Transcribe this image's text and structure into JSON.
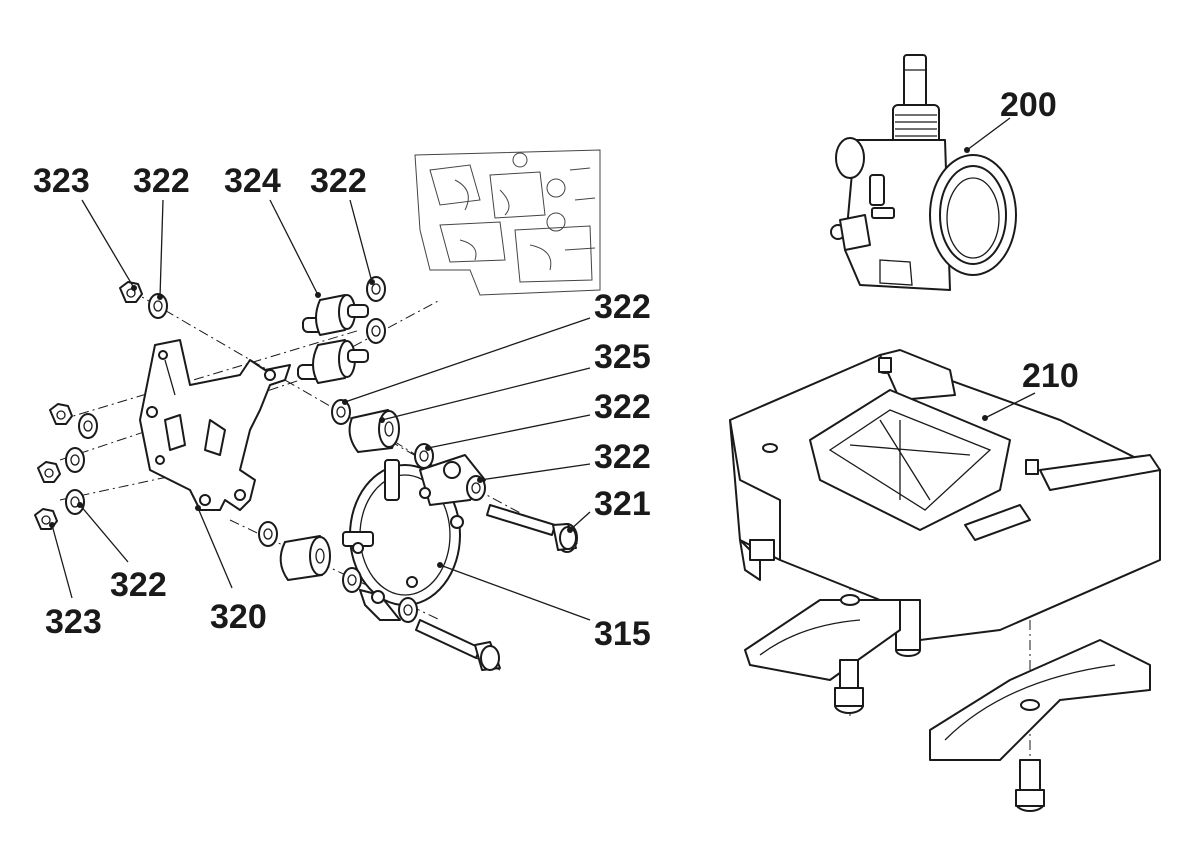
{
  "callouts": {
    "c200": "200",
    "c210": "210",
    "c315": "315",
    "c320": "320",
    "c321": "321",
    "c322_a": "322",
    "c322_b": "322",
    "c322_c": "322",
    "c322_d": "322",
    "c322_e": "322",
    "c322_f": "322",
    "c323_a": "323",
    "c323_b": "323",
    "c324": "324",
    "c325": "325"
  },
  "colors": {
    "ink": "#1a1a1a",
    "background": "#ffffff"
  }
}
